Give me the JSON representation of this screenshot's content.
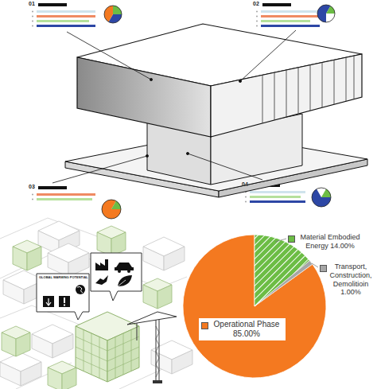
{
  "diagram": {
    "labels": [
      "01",
      "02",
      "03",
      "04",
      "GLOBAL WARMING POTENTIAL"
    ],
    "legend": [
      {
        "text": "Material Embodied Energy 14.00%",
        "color": "#6cbd45"
      },
      {
        "text": "Transport, Construction, Demolitioin 1.00%",
        "color": "#a6a6a6"
      },
      {
        "text": "Operational Phase 85.00%",
        "color": "#f47920"
      }
    ]
  }
}
